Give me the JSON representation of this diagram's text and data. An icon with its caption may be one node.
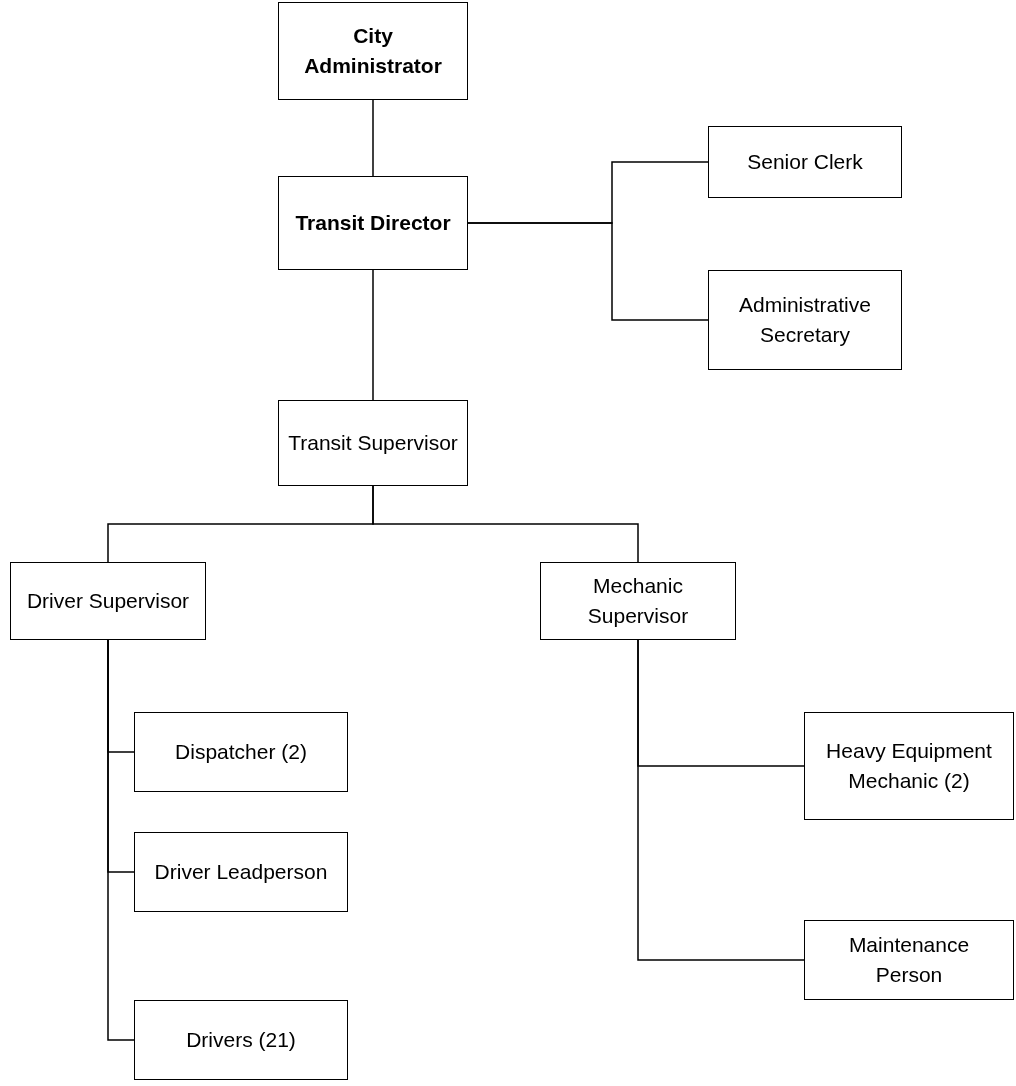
{
  "diagram": {
    "nodes": [
      {
        "text": [
          "City Administrator"
        ]
      },
      {
        "text": [
          "Transit Director"
        ]
      },
      {
        "text": [
          "Senior Clerk"
        ]
      },
      {
        "text": [
          "Administrative Secretary"
        ]
      },
      {
        "text": [
          "Transit Supervisor"
        ]
      },
      {
        "text": [
          "Driver Supervisor"
        ]
      },
      {
        "text": [
          "Mechanic Supervisor"
        ]
      },
      {
        "text": [
          "Dispatcher (2)"
        ]
      },
      {
        "text": [
          "Driver Leadperson"
        ]
      },
      {
        "text": [
          "Drivers (21)"
        ]
      },
      {
        "text": [
          "Heavy Equipment Mechanic (2)"
        ]
      },
      {
        "text": [
          "Maintenance Person"
        ]
      }
    ],
    "edges": [
      {
        "from": 0,
        "to": 1,
        "arrow": "none"
      },
      {
        "from": 1,
        "to": 2,
        "arrow": "none"
      },
      {
        "from": 1,
        "to": 3,
        "arrow": "none"
      },
      {
        "from": 1,
        "to": 4,
        "arrow": "none"
      },
      {
        "from": 4,
        "to": 5,
        "arrow": "none"
      },
      {
        "from": 4,
        "to": 6,
        "arrow": "none"
      },
      {
        "from": 5,
        "to": 7,
        "arrow": "none"
      },
      {
        "from": 5,
        "to": 8,
        "arrow": "none"
      },
      {
        "from": 5,
        "to": 9,
        "arrow": "none"
      },
      {
        "from": 6,
        "to": 10,
        "arrow": "none"
      },
      {
        "from": 6,
        "to": 11,
        "arrow": "none"
      }
    ]
  }
}
